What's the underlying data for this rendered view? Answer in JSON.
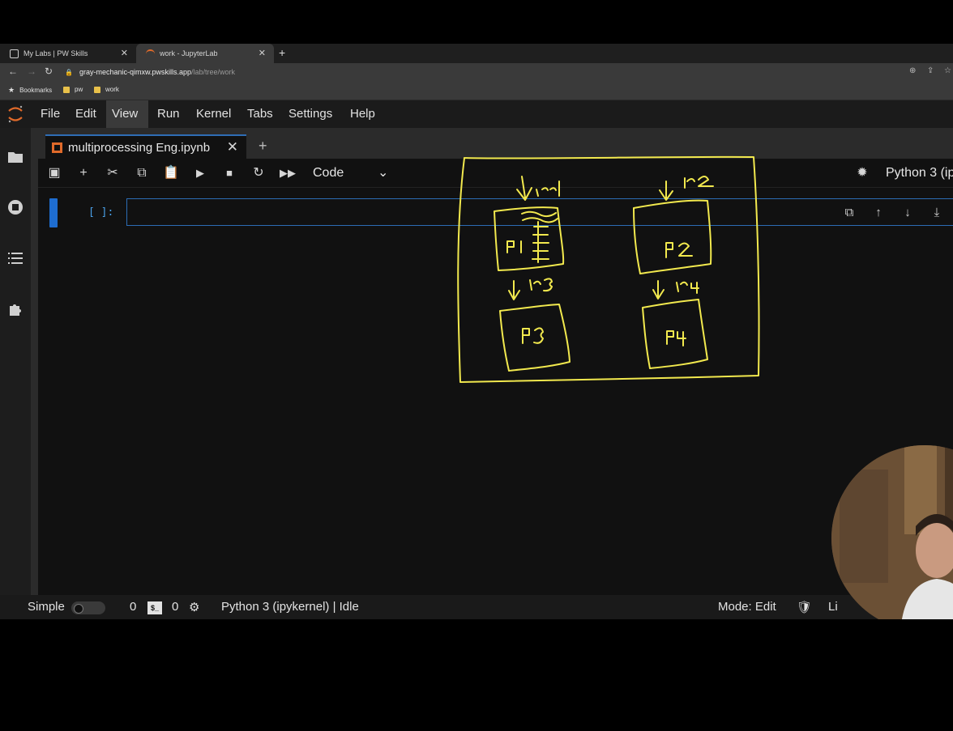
{
  "browser": {
    "tabs": [
      {
        "title": "My Labs | PW Skills",
        "icon": "pw-skills-icon"
      },
      {
        "title": "work - JupyterLab",
        "icon": "jupyter-icon"
      }
    ],
    "url_host": "gray-mechanic-qimxw.pwskills.app",
    "url_path": "/lab/tree/work",
    "bookmarks": [
      {
        "label": "Bookmarks",
        "icon": "star-icon"
      },
      {
        "label": "pw",
        "icon": "folder-icon"
      },
      {
        "label": "work",
        "icon": "folder-icon"
      }
    ]
  },
  "menu": {
    "items": [
      "File",
      "Edit",
      "View",
      "Run",
      "Kernel",
      "Tabs",
      "Settings",
      "Help"
    ],
    "selected": "View"
  },
  "notebook": {
    "tab_title": "multiprocessing Eng.ipynb",
    "cell_type": "Code",
    "kernel_display": "Python 3 (ip",
    "cell_prompt": "[ ]:"
  },
  "status": {
    "mode_simple": "Simple",
    "terminals": "0",
    "kernels": "0",
    "terminal_icon_text": "$_",
    "kernel_status": "Python 3 (ipykernel) | Idle",
    "mode": "Mode: Edit",
    "line_col": "Li"
  },
  "drawing": {
    "processes": [
      "P1",
      "P2",
      "P3",
      "P4"
    ],
    "inputs": [
      "rr",
      "r2",
      "r3",
      "r4"
    ],
    "stroke_color": "#f2e94e"
  },
  "colors": {
    "accent": "#2f6db5",
    "background": "#111111",
    "annotation": "#f2e94e"
  }
}
